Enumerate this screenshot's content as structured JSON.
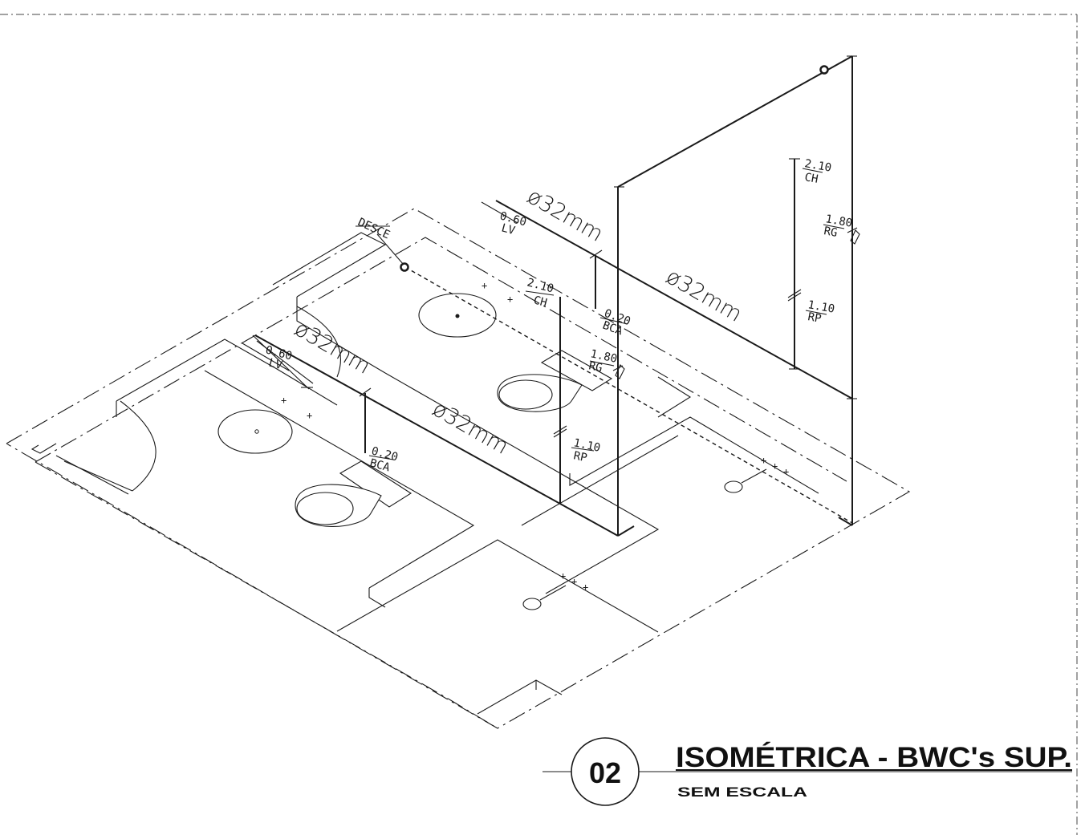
{
  "title": {
    "number": "02",
    "main": "ISOMÉTRICA - BWC's SUP.",
    "scale": "SEM ESCALA"
  },
  "labels": {
    "desce": "DESCE",
    "pipe_diameter": "ø32mm",
    "lv_height": "0.60",
    "lv_code": "LV",
    "ch_height": "2.10",
    "ch_code": "CH",
    "bca_height": "0.20",
    "bca_code": "BCA",
    "rg_height": "1.80",
    "rg_code": "RG",
    "rp_height": "1.10",
    "rp_code": "RP"
  }
}
